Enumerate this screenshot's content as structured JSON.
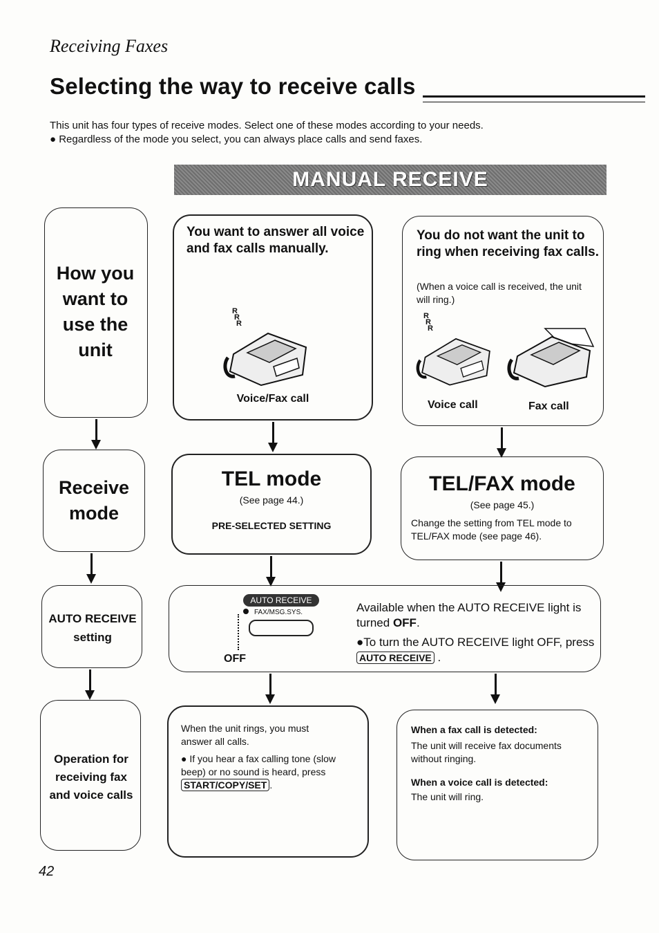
{
  "header": {
    "section": "Receiving Faxes",
    "title": "Selecting the way to receive calls"
  },
  "intro": {
    "line1": "This unit has four types of receive modes. Select one of these modes according to your needs.",
    "line2": "● Regardless of the mode you select, you can always place calls and send faxes."
  },
  "banner": "MANUAL RECEIVE",
  "rows": {
    "how": "How you want to use the unit",
    "receive_mode": "Receive mode",
    "auto_receive": "AUTO RECEIVE setting",
    "operation": "Operation for receiving fax and voice calls"
  },
  "col1": {
    "need": "You want to answer all voice and fax calls manually.",
    "caption": "Voice/Fax call",
    "mode": "TEL mode",
    "mode_page": "(See page 44.)",
    "mode_note": "PRE-SELECTED SETTING",
    "op_line1": "When the unit rings, you must answer all calls.",
    "op_line2": "● If you hear a fax calling tone (slow beep) or no sound is heard, press",
    "op_key": "START/COPY/SET"
  },
  "col2": {
    "need": "You do not want the unit to ring when receiving fax calls.",
    "need_note": "(When a voice call is received, the unit will ring.)",
    "caption_voice": "Voice call",
    "caption_fax": "Fax call",
    "mode": "TEL/FAX mode",
    "mode_page": "(See page 45.)",
    "mode_note": "Change the setting from TEL mode to TEL/FAX mode (see page 46).",
    "op_fax_head": "When a fax call is detected:",
    "op_fax_text": "The unit will receive fax documents without ringing.",
    "op_voice_head": "When a voice call is detected:",
    "op_voice_text": "The unit will ring."
  },
  "auto": {
    "lamp_label": "AUTO RECEIVE",
    "lamp_sub": "FAX/MSG.SYS.",
    "off_label": "OFF",
    "line1": "Available when the AUTO RECEIVE light is turned",
    "line1_bold": "OFF",
    "line2": "●To turn the AUTO RECEIVE light OFF, press",
    "key": "AUTO RECEIVE"
  },
  "ring_glyph": "R",
  "page_number": "42"
}
